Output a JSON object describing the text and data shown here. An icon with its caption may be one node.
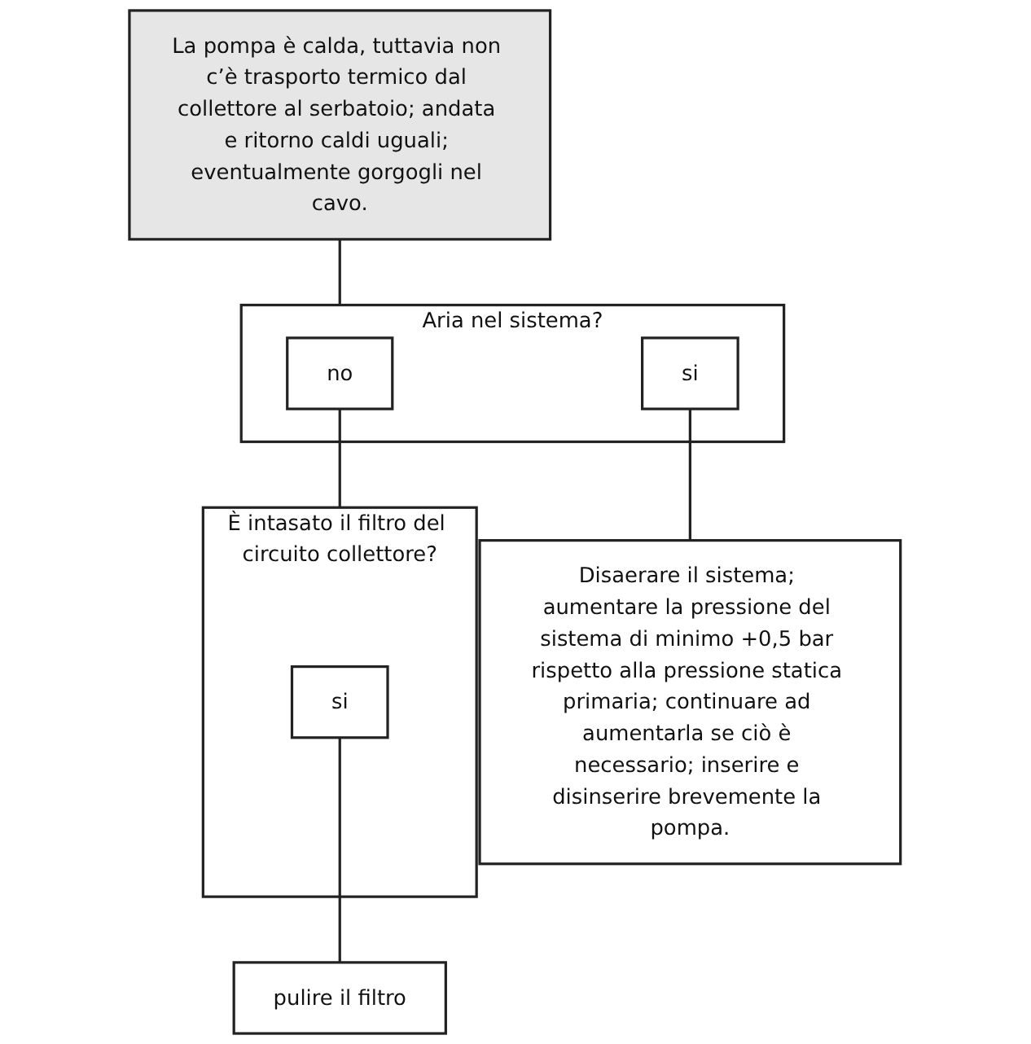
{
  "diagram": {
    "nodes": [
      {
        "text": [
          "La pompa è calda, tuttavia non c’è trasporto termico dal collettore al serbatoio; andata e ritorno caldi uguali; eventualmente gorgogli nel cavo."
        ]
      },
      {
        "text": [
          "Aria nel sistema?"
        ]
      },
      {
        "text": [
          "no"
        ],
        "in": 1
      },
      {
        "text": [
          "si"
        ],
        "in": 1
      },
      {
        "text": [
          "Disaerare il sistema; aumentare la pressione del sistema di minimo +0,5 bar rispetto alla pressione statica primaria; continuare ad aumentarla se ciò è necessario; inserire e disinserire brevemente la pompa."
        ]
      },
      {
        "text": [
          "È intasato il filtro del circuito collettore?"
        ]
      },
      {
        "text": [
          "si"
        ],
        "in": 5
      },
      {
        "text": [
          "pulire il filtro"
        ]
      }
    ],
    "edges": [
      {
        "from": 0,
        "to": 1,
        "arrow": "none"
      },
      {
        "from": 3,
        "to": 4,
        "arrow": "none"
      },
      {
        "from": 2,
        "to": 5,
        "arrow": "none"
      },
      {
        "from": 6,
        "to": 7,
        "arrow": "none"
      }
    ]
  }
}
